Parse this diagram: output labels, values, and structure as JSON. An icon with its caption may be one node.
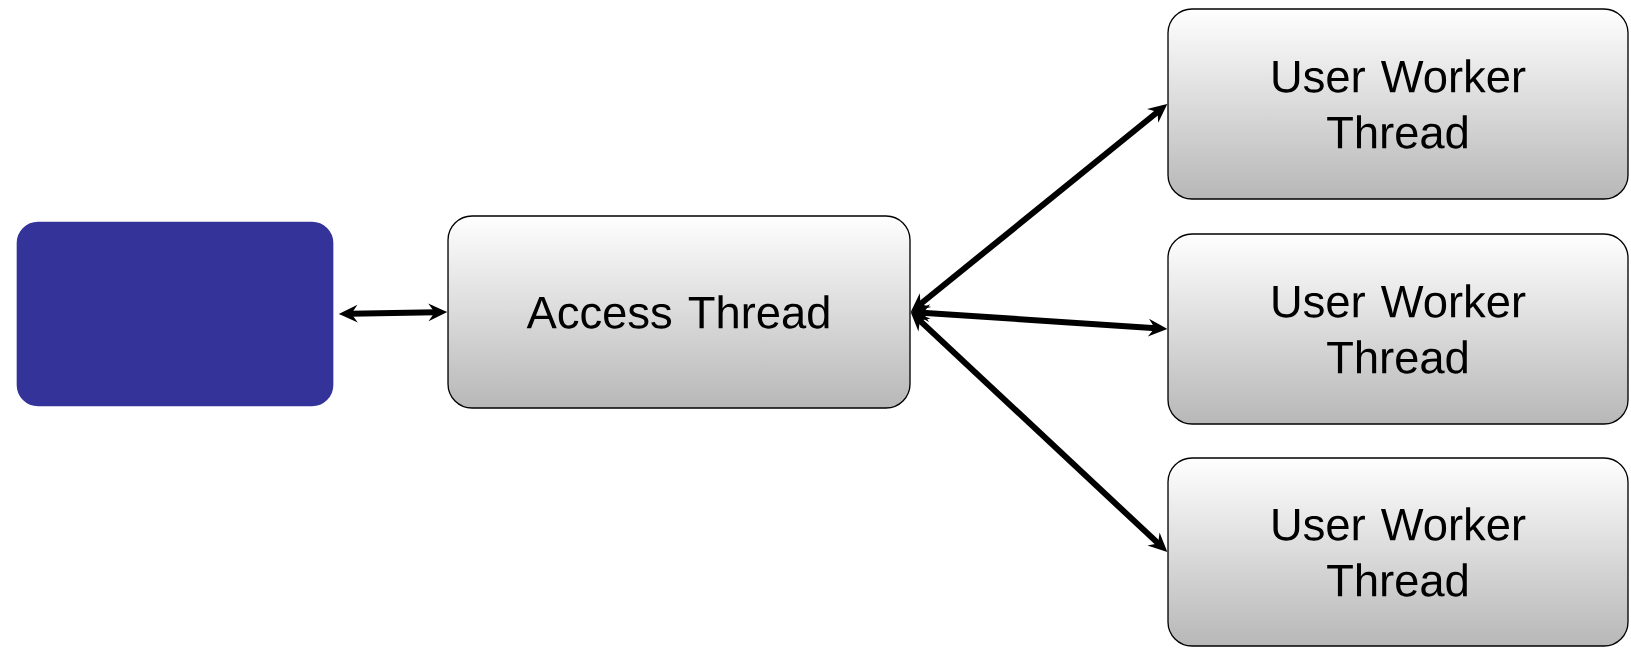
{
  "diagram": {
    "nodes": [
      {
        "text": [],
        "shape": "box"
      },
      {
        "text": [
          "Access Thread"
        ]
      },
      {
        "text": [
          "User Worker Thread"
        ]
      },
      {
        "text": [
          "User Worker Thread"
        ]
      },
      {
        "text": [
          "User Worker Thread"
        ]
      }
    ],
    "edges": [
      {
        "from": 0,
        "to": 1,
        "arrow": "both"
      },
      {
        "from": 1,
        "to": 2,
        "arrow": "both"
      },
      {
        "from": 1,
        "to": 3,
        "arrow": "both"
      },
      {
        "from": 1,
        "to": 4,
        "arrow": "both"
      }
    ]
  }
}
